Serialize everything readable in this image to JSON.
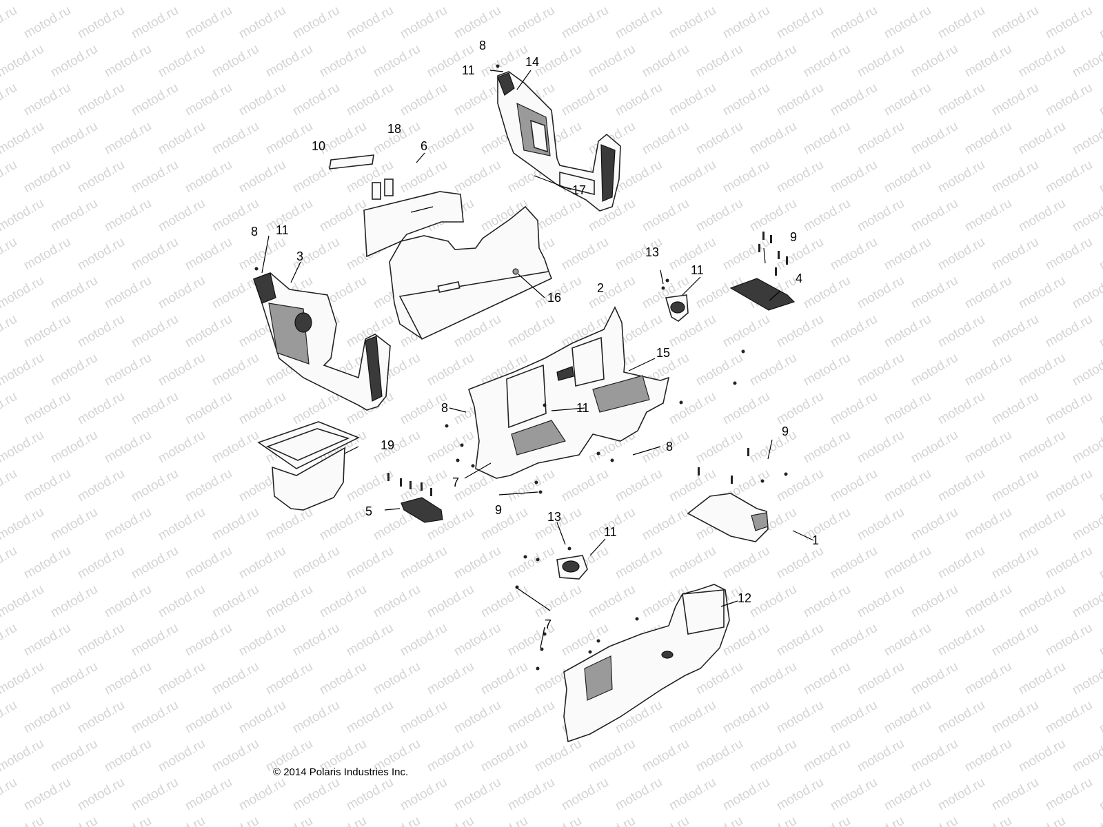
{
  "watermark": "motod.ru",
  "copyright": "© 2014 Polaris Industries Inc.",
  "callouts": {
    "c1": "1",
    "c2": "2",
    "c3": "3",
    "c4": "4",
    "c5": "5",
    "c6": "6",
    "c7a": "7",
    "c7b": "7",
    "c8a": "8",
    "c8b": "8",
    "c8c": "8",
    "c8d": "8",
    "c9a": "9",
    "c9b": "9",
    "c9c": "9",
    "c10": "10",
    "c11a": "11",
    "c11b": "11",
    "c11c": "11",
    "c11d": "11",
    "c11e": "11",
    "c12": "12",
    "c13a": "13",
    "c13b": "13",
    "c14": "14",
    "c15": "15",
    "c16": "16",
    "c17": "17",
    "c18": "18",
    "c19": "19"
  }
}
